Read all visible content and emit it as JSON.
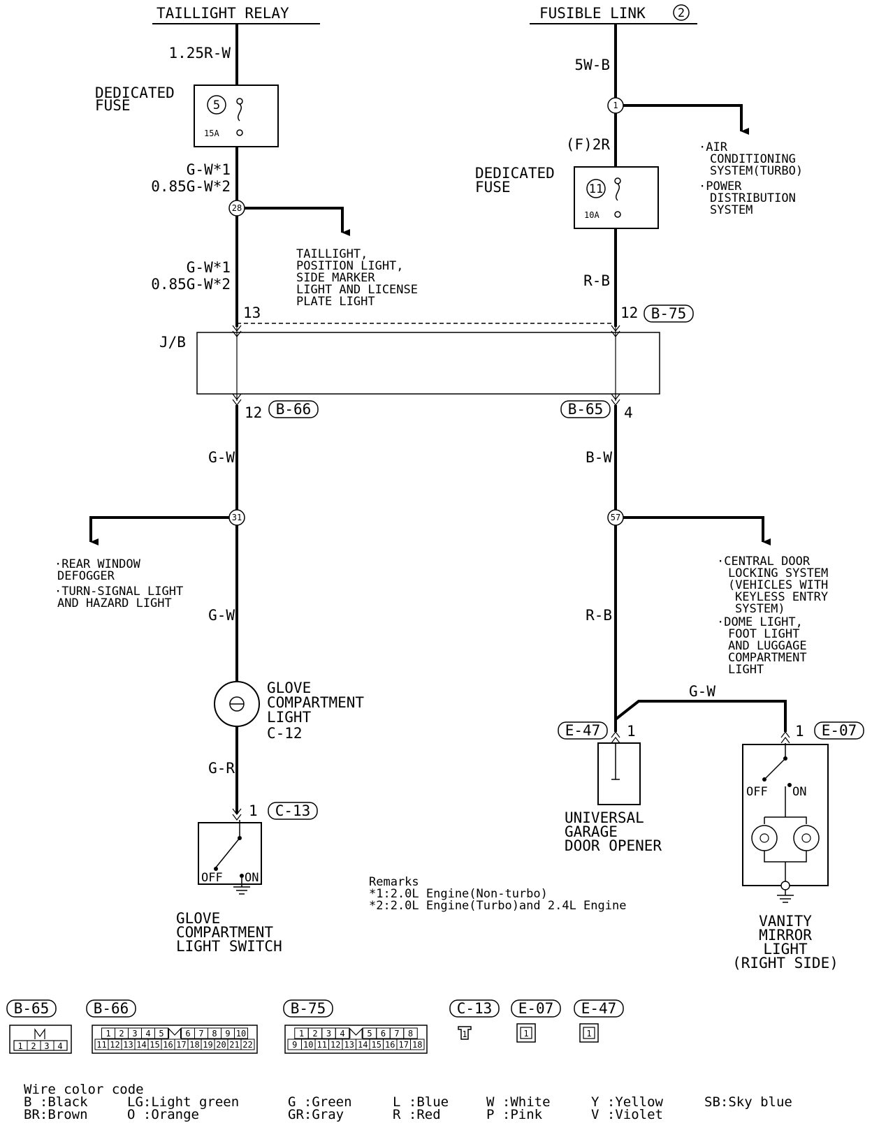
{
  "top": {
    "taillight_relay": "TAILLIGHT RELAY",
    "fusible_link": "FUSIBLE LINK",
    "fusible_link_num": "2"
  },
  "left_circuit": {
    "wire_top": "1.25R-W",
    "fuse_title_1": "DEDICATED",
    "fuse_title_2": "FUSE",
    "fuse_num": "5",
    "fuse_amp": "15A",
    "wire_a_1": "G-W*1",
    "wire_a_2": "0.85G-W*2",
    "splice_top": "28",
    "branch_text": [
      "TAILLIGHT,",
      "POSITION LIGHT,",
      "SIDE MARKER",
      "LIGHT AND LICENSE",
      "PLATE LIGHT"
    ],
    "wire_b_1": "G-W*1",
    "wire_b_2": "0.85G-W*2",
    "jb_pin_top": "13",
    "jb_pin_bottom": "12",
    "jb_conn_bottom": "B-66",
    "wire_c": "G-W",
    "splice_mid": "31",
    "branch_left": [
      "·REAR WINDOW",
      "DEFOGGER",
      "·TURN-SIGNAL LIGHT",
      "AND HAZARD LIGHT"
    ],
    "wire_d": "G-W",
    "glove_light": [
      "GLOVE",
      "COMPARTMENT",
      "LIGHT",
      "C-12"
    ],
    "wire_e": "G-R",
    "switch_pin": "1",
    "switch_conn": "C-13",
    "switch_off": "OFF",
    "switch_on": "ON",
    "switch_name": [
      "GLOVE",
      "COMPARTMENT",
      "LIGHT SWITCH"
    ]
  },
  "junction_block": {
    "label": "J/B"
  },
  "right_circuit": {
    "wire_top": "5W-B",
    "splice_top": "1",
    "branch_text": [
      "·AIR",
      "CONDITIONING",
      "SYSTEM(TURBO)",
      "·POWER",
      "DISTRIBUTION",
      "SYSTEM"
    ],
    "wire_a": "(F)2R",
    "fuse_title_1": "DEDICATED",
    "fuse_title_2": "FUSE",
    "fuse_num": "11",
    "fuse_amp": "10A",
    "wire_b": "R-B",
    "jb_pin_top": "12",
    "jb_conn_top": "B-75",
    "jb_conn_bottom": "B-65",
    "jb_pin_bottom": "4",
    "wire_c": "B-W",
    "splice_mid": "57",
    "branch_text_2": [
      "·CENTRAL DOOR",
      "LOCKING SYSTEM",
      "(VEHICLES WITH",
      "KEYLESS ENTRY",
      "SYSTEM)",
      "·DOME LIGHT,",
      "FOOT LIGHT",
      "AND LUGGAGE",
      "COMPARTMENT",
      "LIGHT"
    ],
    "wire_d": "R-B",
    "wire_gw": "G-W",
    "garage_conn": "E-47",
    "garage_pin": "1",
    "garage_name": [
      "UNIVERSAL",
      "GARAGE",
      "DOOR OPENER"
    ],
    "vanity_pin": "1",
    "vanity_conn": "E-07",
    "vanity_off": "OFF",
    "vanity_on": "ON",
    "vanity_name": [
      "VANITY",
      "MIRROR",
      "LIGHT",
      "(RIGHT SIDE)"
    ]
  },
  "remarks": {
    "title": "Remarks",
    "line1": "*1:2.0L Engine(Non-turbo)",
    "line2": "*2:2.0L Engine(Turbo)and 2.4L Engine"
  },
  "connectors": [
    {
      "name": "B-65",
      "row1": [
        "",
        "",
        "",
        ""
      ],
      "row2": [
        "1",
        "2",
        "3",
        "4"
      ]
    },
    {
      "name": "B-66",
      "row1": [
        "1",
        "2",
        "3",
        "4",
        "5",
        "",
        "6",
        "7",
        "8",
        "9",
        "10"
      ],
      "row2": [
        "11",
        "12",
        "13",
        "14",
        "15",
        "16",
        "17",
        "18",
        "19",
        "20",
        "21",
        "22"
      ]
    },
    {
      "name": "B-75",
      "row1": [
        "1",
        "2",
        "3",
        "4",
        "",
        "5",
        "6",
        "7",
        "8"
      ],
      "row2": [
        "9",
        "10",
        "11",
        "12",
        "13",
        "14",
        "15",
        "16",
        "17",
        "18"
      ]
    },
    {
      "name": "C-13",
      "pin": "1"
    },
    {
      "name": "E-07",
      "pin": "1"
    },
    {
      "name": "E-47",
      "pin": "1"
    }
  ],
  "wire_color_code": {
    "title": "Wire color code",
    "col1": [
      "B :Black",
      "BR:Brown"
    ],
    "col2": [
      "LG:Light green",
      "O :Orange"
    ],
    "col3": [
      "G :Green",
      "GR:Gray"
    ],
    "col4": [
      "L :Blue",
      "R :Red"
    ],
    "col5": [
      "W :White",
      "P :Pink"
    ],
    "col6": [
      "Y :Yellow",
      "V :Violet"
    ],
    "col7": [
      "SB:Sky blue"
    ]
  }
}
